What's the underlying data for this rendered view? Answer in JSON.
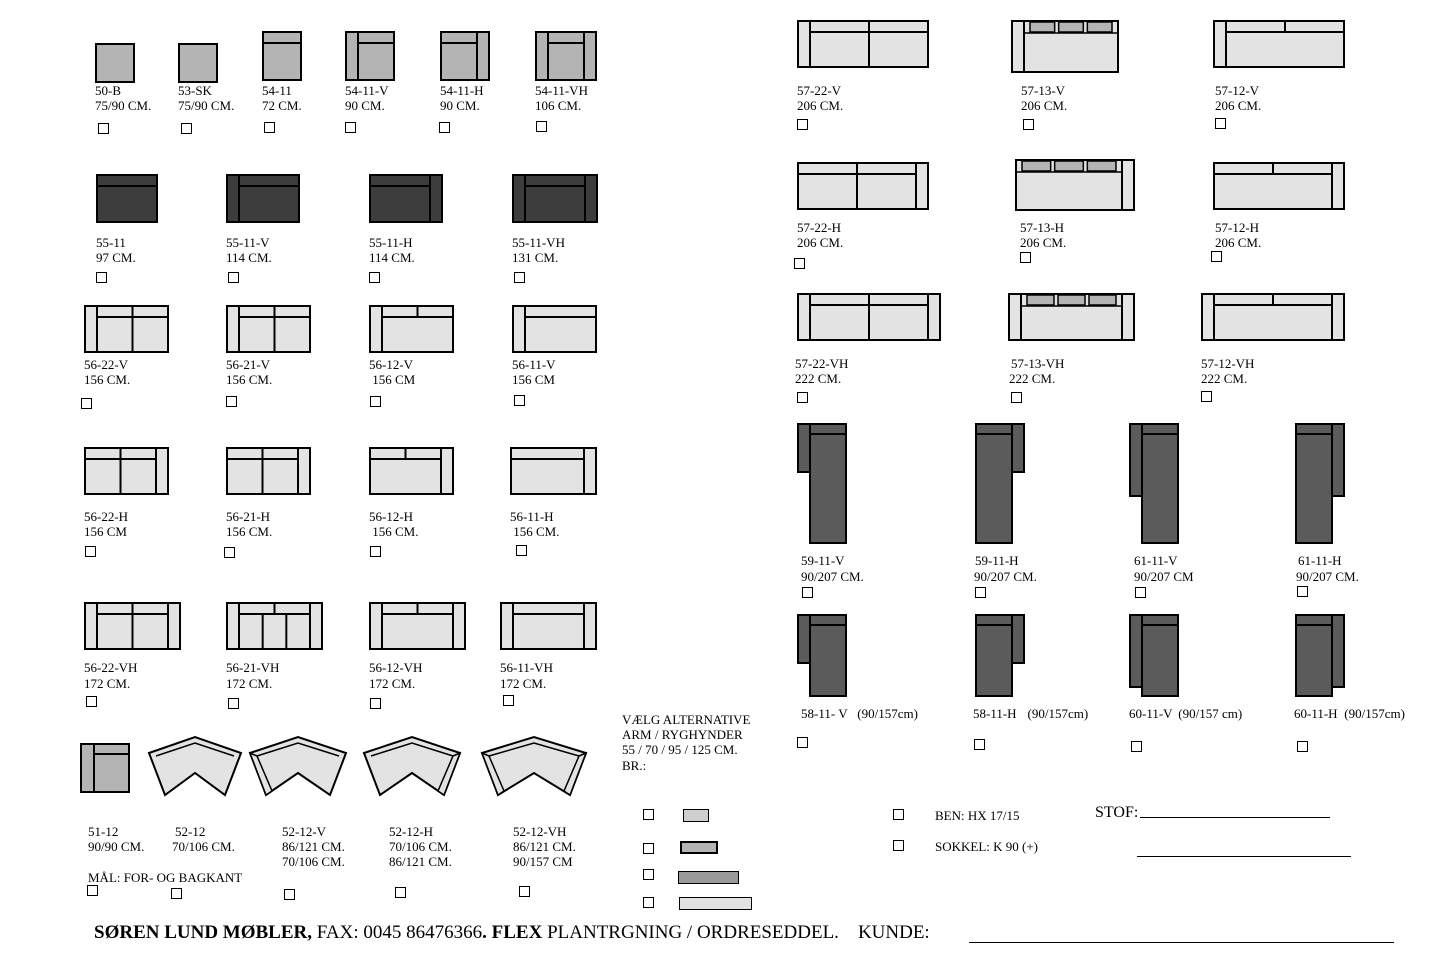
{
  "colors": {
    "light_fill": "#e3e3e3",
    "medium_fill": "#b4b4b4",
    "dark_fill": "#3d3d3d",
    "chaise_fill": "#5b5b5b",
    "stroke": "#000000"
  },
  "modules": [
    {
      "code": "50-B",
      "size": "75/90 CM."
    },
    {
      "code": "53-SK",
      "size": "75/90 CM."
    },
    {
      "code": "54-11",
      "size": "72 CM."
    },
    {
      "code": "54-11-V",
      "size": "90 CM."
    },
    {
      "code": "54-11-H",
      "size": "90 CM."
    },
    {
      "code": "54-11-VH",
      "size": "106 CM."
    },
    {
      "code": "55-11",
      "size": "97 CM."
    },
    {
      "code": "55-11-V",
      "size": "114 CM."
    },
    {
      "code": "55-11-H",
      "size": "114 CM."
    },
    {
      "code": "55-11-VH",
      "size": "131 CM."
    },
    {
      "code": "56-22-V",
      "size": "156 CM."
    },
    {
      "code": "56-21-V",
      "size": "156 CM."
    },
    {
      "code": "56-12-V",
      "size": " 156 CM"
    },
    {
      "code": "56-11-V",
      "size": "156 CM"
    },
    {
      "code": "56-22-H",
      "size": "156 CM"
    },
    {
      "code": "56-21-H",
      "size": "156 CM."
    },
    {
      "code": "56-12-H",
      "size": " 156 CM."
    },
    {
      "code": "56-11-H",
      "size": " 156 CM."
    },
    {
      "code": "56-22-VH",
      "size": "172 CM."
    },
    {
      "code": "56-21-VH",
      "size": "172 CM."
    },
    {
      "code": "56-12-VH",
      "size": "172 CM."
    },
    {
      "code": "56-11-VH",
      "size": "172 CM."
    },
    {
      "code": "51-12",
      "size": "90/90 CM."
    },
    {
      "code": "52-12",
      "size": "70/106 CM."
    },
    {
      "code": "52-12-V",
      "size": "86/121 CM.\n70/106 CM."
    },
    {
      "code": "52-12-H",
      "size": "70/106 CM.\n86/121 CM."
    },
    {
      "code": "52-12-VH",
      "size": "86/121 CM.\n90/157 CM"
    },
    {
      "code": "57-22-V",
      "size": "206 CM."
    },
    {
      "code": "57-13-V",
      "size": "206 CM."
    },
    {
      "code": "57-12-V",
      "size": "206 CM."
    },
    {
      "code": "57-22-H",
      "size": "206 CM."
    },
    {
      "code": "57-13-H",
      "size": "206 CM."
    },
    {
      "code": "57-12-H",
      "size": "206 CM."
    },
    {
      "code": "57-22-VH",
      "size": "222 CM."
    },
    {
      "code": "57-13-VH",
      "size": "222 CM."
    },
    {
      "code": "57-12-VH",
      "size": "222 CM."
    },
    {
      "code": "59-11-V",
      "size": "90/207 CM."
    },
    {
      "code": "59-11-H",
      "size": "90/207 CM."
    },
    {
      "code": "61-11-V",
      "size": "90/207 CM"
    },
    {
      "code": "61-11-H",
      "size": "90/207 CM."
    },
    {
      "code": "58-11- V",
      "size": " (90/157cm)"
    },
    {
      "code": "58-11-H",
      "size": "  (90/157cm)"
    },
    {
      "code": "60-11-V",
      "size": " (90/157 cm)"
    },
    {
      "code": "60-11-H",
      "size": " (90/157cm)"
    }
  ],
  "notes": {
    "measure": "MÅL: FOR- OG BAGKANT",
    "arm_title_1": "VÆLG ALTERNATIVE",
    "arm_title_2": "ARM / RYGHYNDER",
    "arm_sizes": "55 / 70 / 95 / 125 CM.",
    "arm_br": "BR.:",
    "legs": "BEN: HX 17/15",
    "plinth": "SOKKEL: K 90 (+)",
    "fabric": "STOF:"
  },
  "footer": {
    "company": "SØREN LUND MØBLER,",
    "fax": " FAX: 0045 86476366",
    "dot": ".",
    "flex": " FLEX",
    "title": " PLANTRGNING / ORDRESEDDEL.",
    "customer": "    KUNDE:"
  }
}
